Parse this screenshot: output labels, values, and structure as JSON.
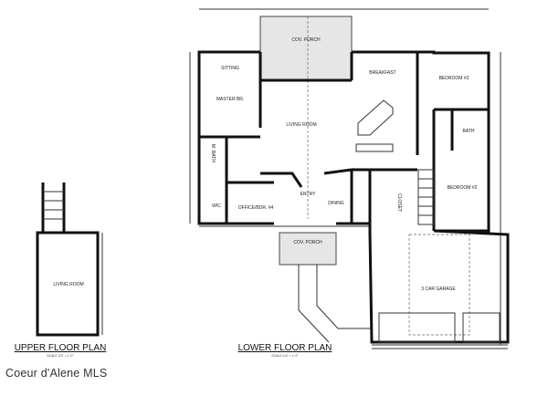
{
  "lower_floor": {
    "title": "LOWER FLOOR PLAN",
    "scale": "SCALE 1/4\" = 1'-0\"",
    "rooms": {
      "cov_porch_rear": "COV. PORCH",
      "sitting": "SITTING",
      "master_br": "MASTER BR.",
      "m_bath": "M. BATH",
      "wic": "WIC",
      "living_room": "LIVING ROOM",
      "entry": "ENTRY",
      "office": "OFFICE/BDR. #4",
      "dining": "DINING",
      "breakfast": "BREAKFAST",
      "bedroom_top": "BEDROOM #2",
      "bath": "BATH",
      "bedroom_bottom": "BEDROOM #2",
      "closet": "CLOSET",
      "cov_porch_front": "COV. PORCH",
      "garage": "3 CAR GARAGE"
    }
  },
  "upper_floor": {
    "title": "UPPER FLOOR PLAN",
    "scale": "SCALE 1/4\" = 1'-0\"",
    "rooms": {
      "living_room": "LIVING ROOM"
    }
  },
  "watermark": "Coeur d'Alene MLS"
}
